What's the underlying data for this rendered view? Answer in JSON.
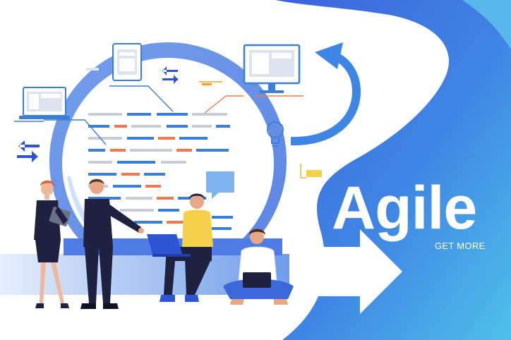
{
  "banner": {
    "headline": "Agile",
    "cta_label": "GET MORE"
  },
  "colors": {
    "blue_primary": "#3a6fe0",
    "blue_light": "#4fb3e6",
    "blue_dark": "#2f55d4",
    "code_orange": "#f07a50",
    "code_blue": "#3b7fd6",
    "code_grey": "#c7ccd6",
    "suit_navy": "#1f2140",
    "shirt_yellow": "#f5d04a"
  },
  "illustration": {
    "icons": [
      "monitor-icon",
      "laptop-icon",
      "tablet-icon",
      "lightbulb-icon",
      "exchange-arrows-icon",
      "chat-bubble-icon",
      "cycle-arrow-icon",
      "right-arrow-icon"
    ],
    "people": [
      "woman-with-tablet",
      "man-in-suit-pointing",
      "man-with-laptop-sitting",
      "man-with-laptop-cross-legged"
    ]
  }
}
